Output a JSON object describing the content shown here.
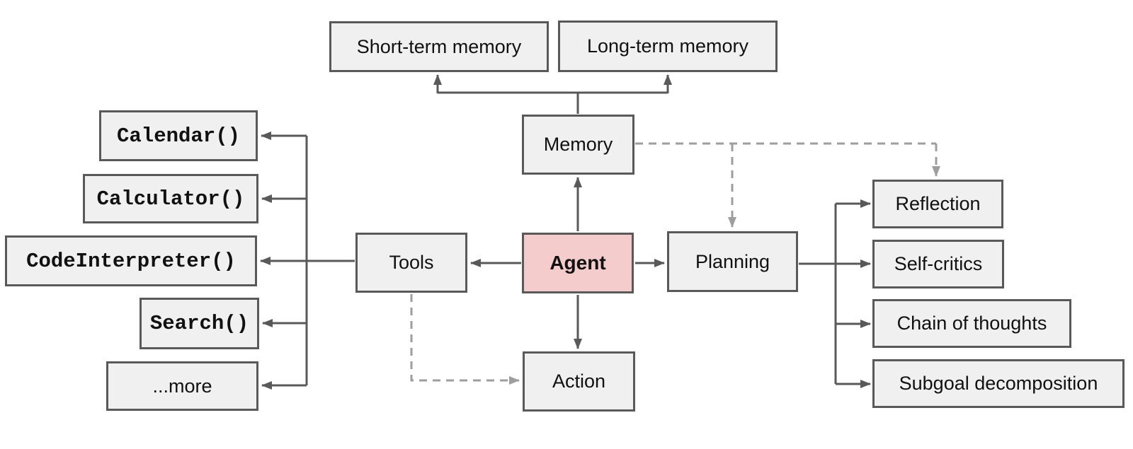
{
  "colors": {
    "node_fill": "#f0f0f0",
    "node_border": "#595959",
    "agent_fill": "#f4cccc",
    "arrow": "#595959",
    "dashed_arrow": "#9e9e9e",
    "text": "#111111",
    "canvas_bg": "#ffffff"
  },
  "nodes": {
    "agent": {
      "label": "Agent"
    },
    "memory": {
      "label": "Memory"
    },
    "short_term": {
      "label": "Short-term memory"
    },
    "long_term": {
      "label": "Long-term memory"
    },
    "tools": {
      "label": "Tools"
    },
    "action": {
      "label": "Action"
    },
    "planning": {
      "label": "Planning"
    },
    "calendar": {
      "label": "Calendar()"
    },
    "calculator": {
      "label": "Calculator()"
    },
    "code_interpreter": {
      "label": "CodeInterpreter()"
    },
    "search": {
      "label": "Search()"
    },
    "more": {
      "label": "...more"
    },
    "reflection": {
      "label": "Reflection"
    },
    "self_critics": {
      "label": "Self-critics"
    },
    "chain_of_thoughts": {
      "label": "Chain of thoughts"
    },
    "subgoal_decomposition": {
      "label": "Subgoal decomposition"
    }
  },
  "edges": [
    {
      "from": "memory",
      "to": "short_term",
      "style": "solid"
    },
    {
      "from": "memory",
      "to": "long_term",
      "style": "solid"
    },
    {
      "from": "agent",
      "to": "memory",
      "style": "solid"
    },
    {
      "from": "agent",
      "to": "tools",
      "style": "solid"
    },
    {
      "from": "agent",
      "to": "planning",
      "style": "solid"
    },
    {
      "from": "agent",
      "to": "action",
      "style": "solid"
    },
    {
      "from": "tools",
      "to": "calendar",
      "style": "solid"
    },
    {
      "from": "tools",
      "to": "calculator",
      "style": "solid"
    },
    {
      "from": "tools",
      "to": "code_interpreter",
      "style": "solid"
    },
    {
      "from": "tools",
      "to": "search",
      "style": "solid"
    },
    {
      "from": "tools",
      "to": "more",
      "style": "solid"
    },
    {
      "from": "planning",
      "to": "reflection",
      "style": "solid"
    },
    {
      "from": "planning",
      "to": "self_critics",
      "style": "solid"
    },
    {
      "from": "planning",
      "to": "chain_of_thoughts",
      "style": "solid"
    },
    {
      "from": "planning",
      "to": "subgoal_decomposition",
      "style": "solid"
    },
    {
      "from": "memory",
      "to": "planning",
      "style": "dashed"
    },
    {
      "from": "memory",
      "to": "reflection",
      "style": "dashed"
    },
    {
      "from": "tools",
      "to": "action",
      "style": "dashed"
    }
  ]
}
